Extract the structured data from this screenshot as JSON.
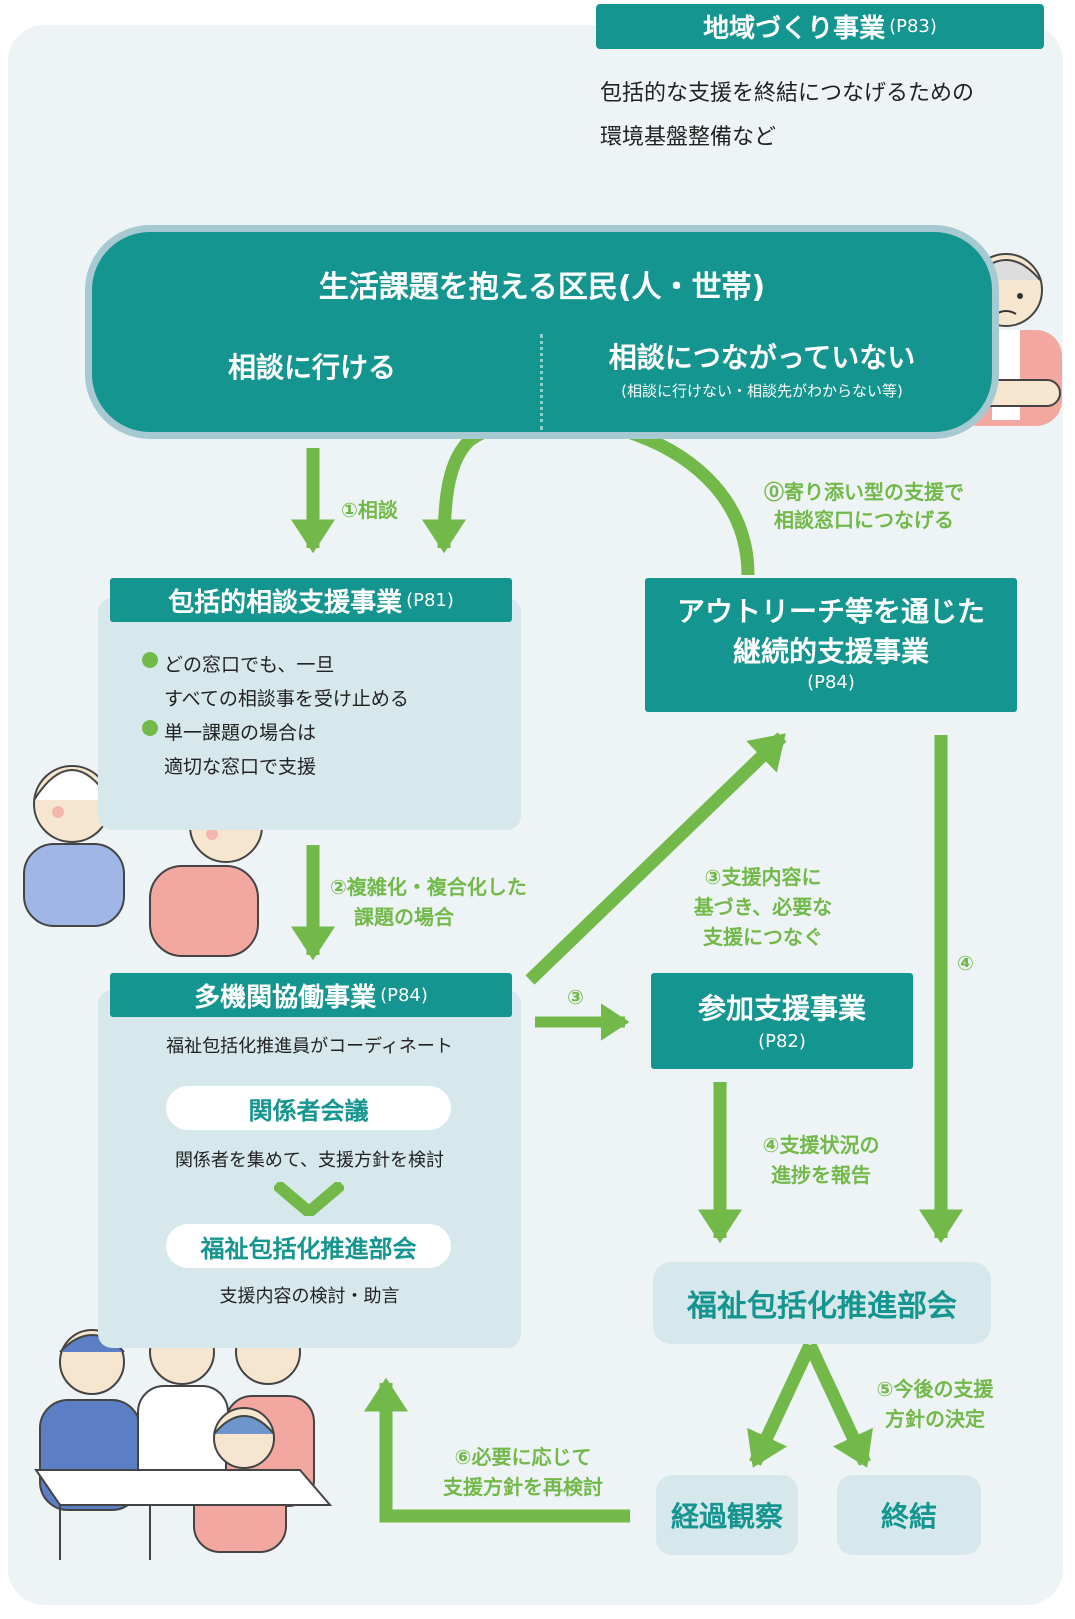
{
  "colors": {
    "teal": "#15958f",
    "green": "#72b94a",
    "pale": "#d7e8ec",
    "background": "#eef4f6"
  },
  "community": {
    "title": "地域づくり事業",
    "page": "(P83)",
    "description_line1": "包括的な支援を終結につなげるための",
    "description_line2": "環境基盤整備など"
  },
  "residents": {
    "title": "生活課題を抱える区民(人・世帯)",
    "left": "相談に行ける",
    "right": "相談につながっていない",
    "right_sub": "(相談に行けない・相談先がわからない等)"
  },
  "consultation": {
    "title": "包括的相談支援事業",
    "page": "(P81)",
    "bullet1_line1": "どの窓口でも、一旦",
    "bullet1_line2": "すべての相談事を受け止める",
    "bullet2_line1": "単一課題の場合は",
    "bullet2_line2": "適切な窓口で支援"
  },
  "outreach": {
    "title_line1": "アウトリーチ等を通じた",
    "title_line2": "継続的支援事業",
    "page": "(P84)"
  },
  "collaboration": {
    "title": "多機関協働事業",
    "page": "(P84)",
    "coordinator": "福祉包括化推進員がコーディネート",
    "meeting_title": "関係者会議",
    "meeting_desc": "関係者を集めて、支援方針を検討",
    "committee_title": "福祉包括化推進部会",
    "committee_desc": "支援内容の検討・助言"
  },
  "participation": {
    "title": "参加支援事業",
    "page": "(P82)"
  },
  "committee_box": {
    "title": "福祉包括化推進部会"
  },
  "observation": {
    "title": "経過観察"
  },
  "termination": {
    "title": "終結"
  },
  "arrows": {
    "a1": "①相談",
    "a0_line1": "⓪寄り添い型の支援で",
    "a0_line2": "相談窓口につなげる",
    "a2_line1": "②複雑化・複合化した",
    "a2_line2": "課題の場合",
    "a3_diag_line1": "③支援内容に",
    "a3_diag_line2": "基づき、必要な",
    "a3_diag_line3": "支援につなぐ",
    "a3": "③",
    "a4": "④",
    "a4_report_line1": "④支援状況の",
    "a4_report_line2": "進捗を報告",
    "a5_line1": "⑤今後の支援",
    "a5_line2": "方針の決定",
    "a6_line1": "⑥必要に応じて",
    "a6_line2": "支援方針を再検討"
  }
}
